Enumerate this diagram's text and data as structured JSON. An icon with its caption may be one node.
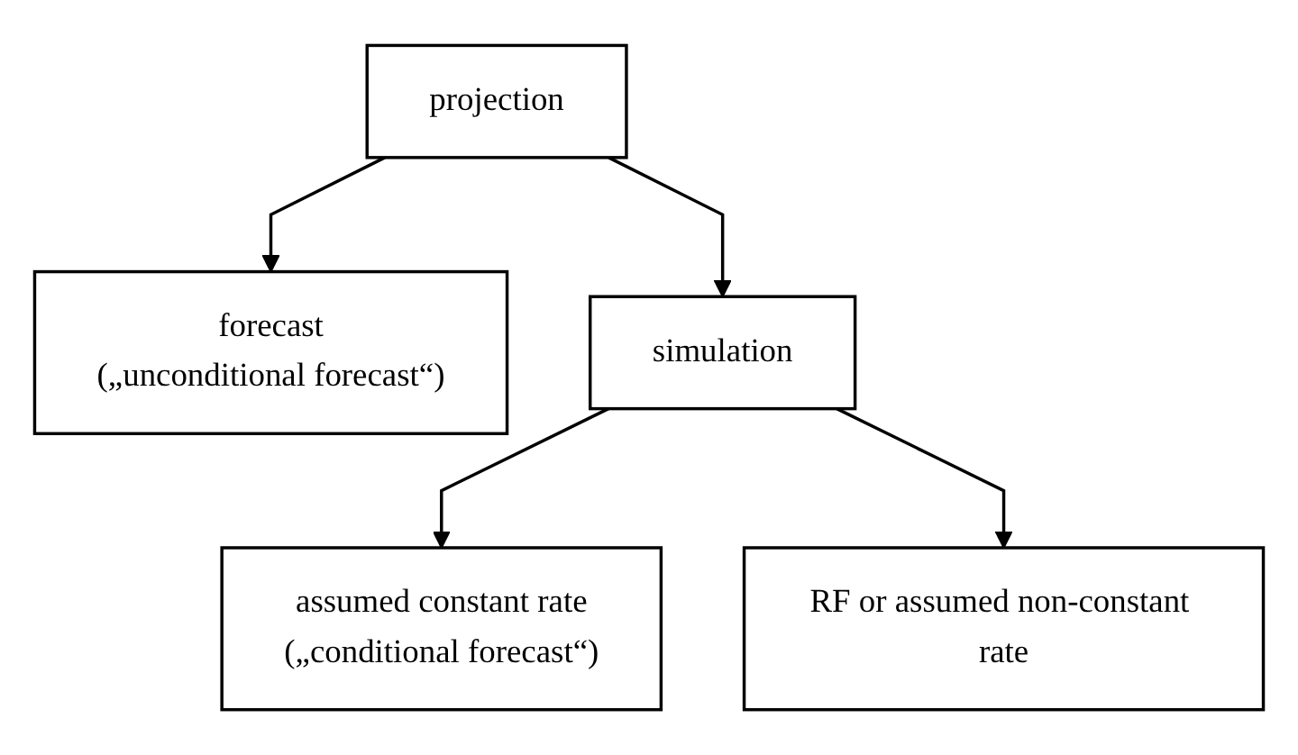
{
  "diagram": {
    "nodes": [
      {
        "text": [
          "projection"
        ]
      },
      {
        "text": [
          "forecast",
          "(„unconditional forecast“)"
        ]
      },
      {
        "text": [
          "simulation"
        ]
      },
      {
        "text": [
          "assumed constant rate",
          "(„conditional forecast“)"
        ]
      },
      {
        "text": [
          "RF or assumed non-constant rate"
        ]
      }
    ],
    "edges": [
      {
        "from": 0,
        "to": 1,
        "arrow": "to"
      },
      {
        "from": 0,
        "to": 2,
        "arrow": "to"
      },
      {
        "from": 2,
        "to": 3,
        "arrow": "to"
      },
      {
        "from": 2,
        "to": 4,
        "arrow": "to"
      }
    ]
  }
}
